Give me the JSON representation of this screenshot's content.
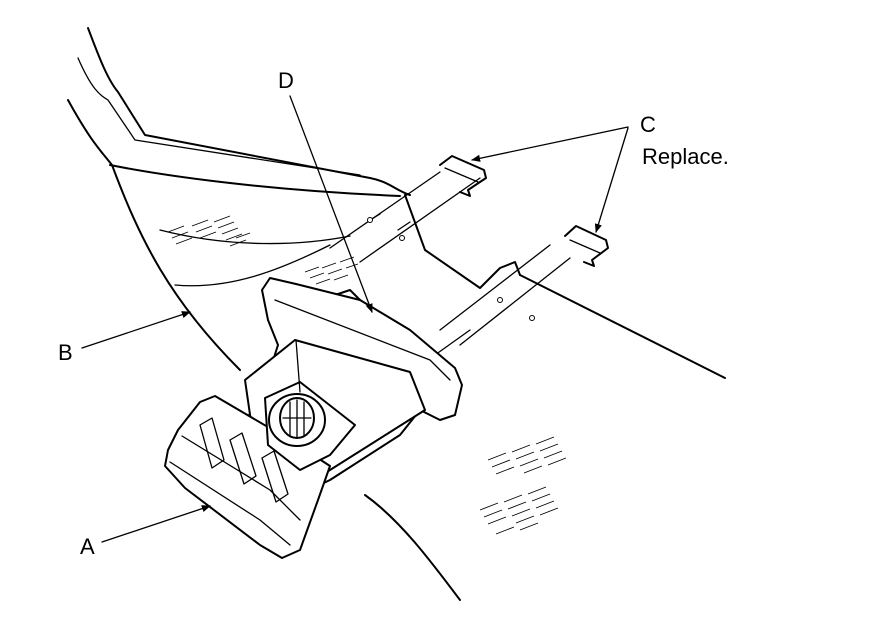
{
  "labels": {
    "a": "A",
    "b": "B",
    "c": "C",
    "c_note": "Replace.",
    "d": "D"
  },
  "colors": {
    "ink": "#000000",
    "paper": "#ffffff"
  }
}
